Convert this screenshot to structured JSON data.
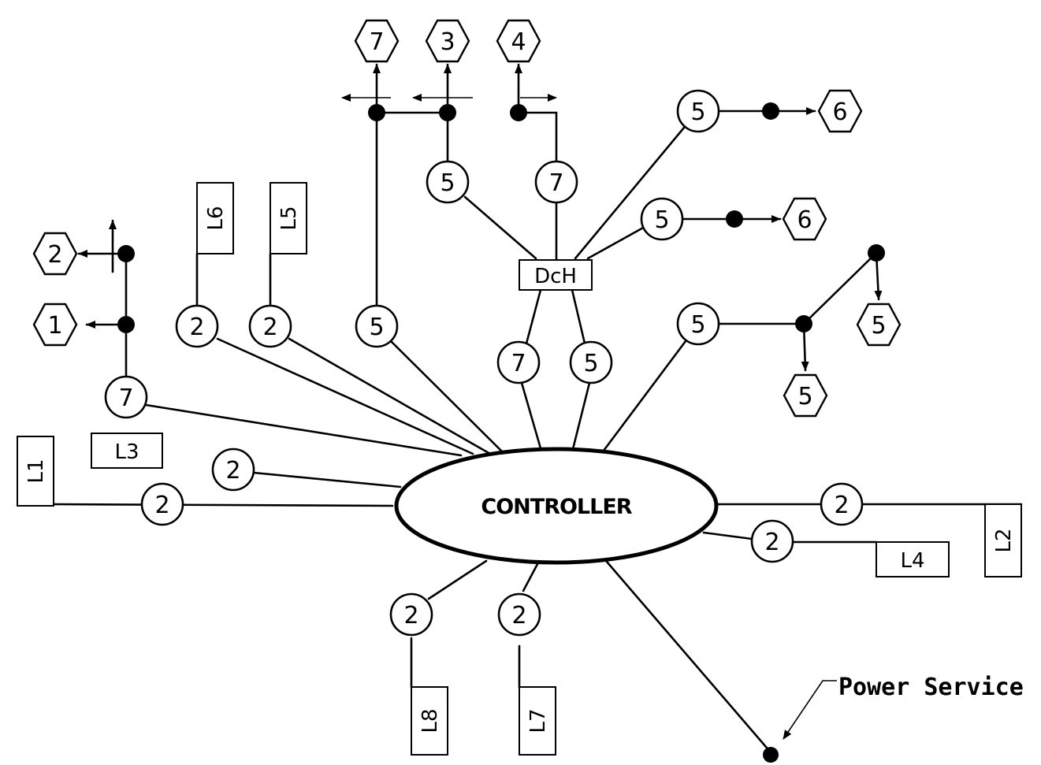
{
  "controller": {
    "label": "CONTROLLER"
  },
  "distribution_hub": {
    "label": "DcH"
  },
  "power_service": {
    "label": "Power Service"
  },
  "boxes": {
    "L1": "L1",
    "L2": "L2",
    "L3": "L3",
    "L4": "L4",
    "L5": "L5",
    "L6": "L6",
    "L7": "L7",
    "L8": "L8"
  },
  "circles": {
    "c7_left": "7",
    "c2_L6": "2",
    "c2_L5": "2",
    "c5_up": "5",
    "c7_ctrl_dch": "7",
    "c5_ctrl_dch": "5",
    "c5_right": "5",
    "c2_L3": "2",
    "c2_L1": "2",
    "c2_L2": "2",
    "c2_L4": "2",
    "c2_L8": "2",
    "c2_L7": "2",
    "c5_dch_top": "5",
    "c7_dch_top": "7",
    "c5_dch_r1": "5",
    "c5_dch_r2": "5"
  },
  "hexagons": {
    "h2_left": "2",
    "h1_left": "1",
    "h7_top": "7",
    "h3_top": "3",
    "h4_top": "4",
    "h6_upper": "6",
    "h6_lower": "6",
    "h5_upper_right": "5",
    "h5_lower": "5"
  }
}
